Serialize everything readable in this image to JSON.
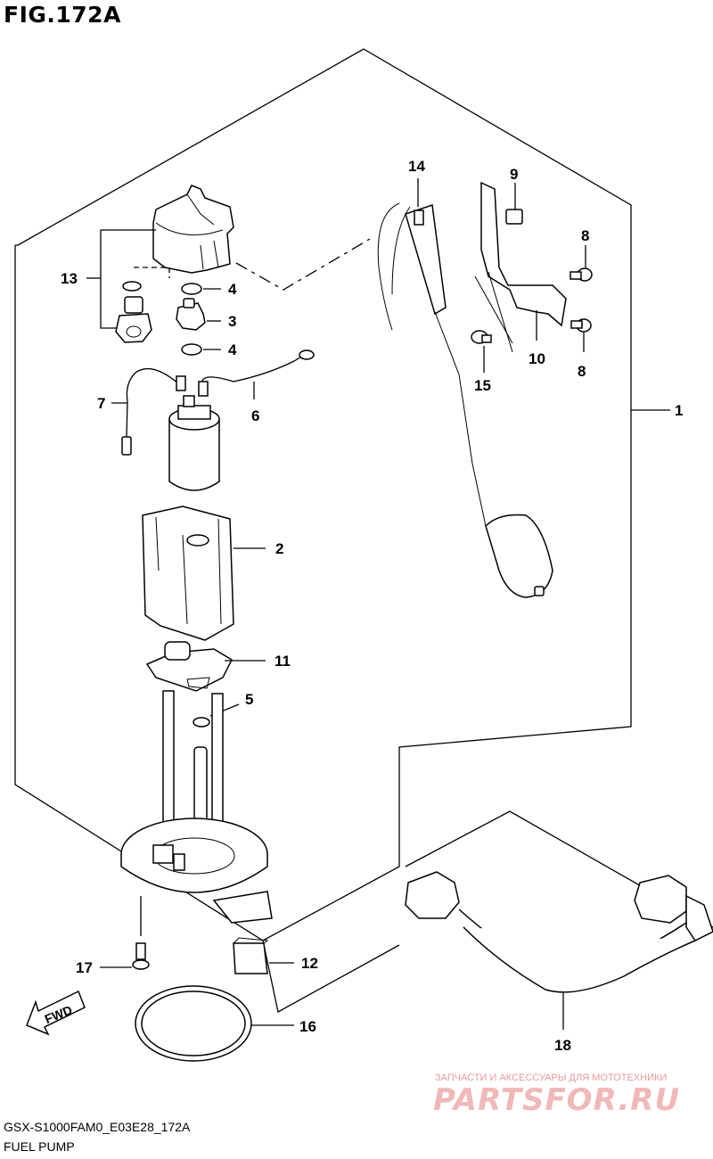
{
  "figure_title": "FIG.172A",
  "callouts": {
    "c1": "1",
    "c2": "2",
    "c3": "3",
    "c4a": "4",
    "c4b": "4",
    "c5": "5",
    "c6": "6",
    "c7": "7",
    "c8a": "8",
    "c8b": "8",
    "c9": "9",
    "c10": "10",
    "c11": "11",
    "c12": "12",
    "c13": "13",
    "c14": "14",
    "c15": "15",
    "c16": "16",
    "c17": "17",
    "c18": "18"
  },
  "fwd_label": "FWD",
  "footer": {
    "code": "GSX-S1000FAM0_E03E28_172A",
    "name": "FUEL PUMP"
  },
  "watermark": {
    "tagline": "ЗАПЧАСТИ И АКСЕССУАРЫ ДЛЯ МОТОТЕХНИКИ",
    "logo": "PARTSFOR.RU"
  }
}
